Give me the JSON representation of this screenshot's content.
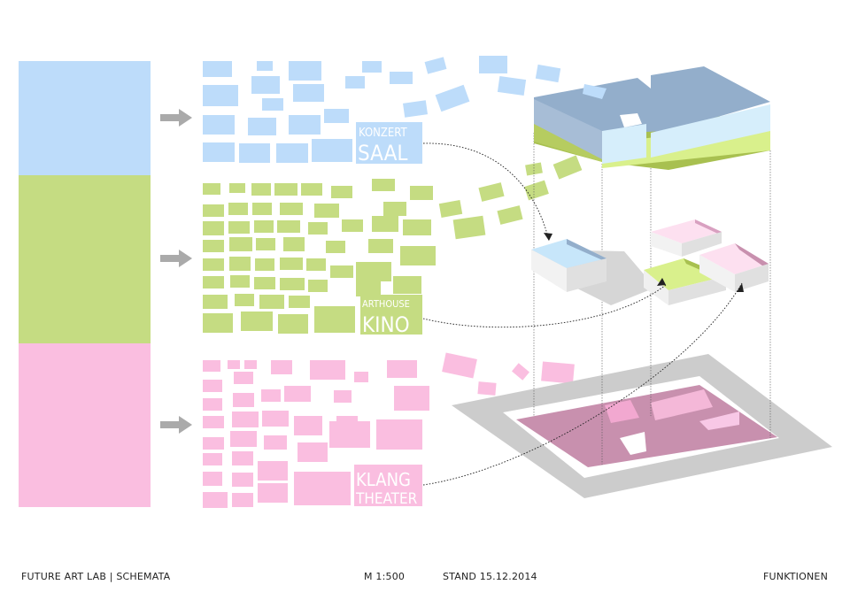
{
  "footer": {
    "left": "FUTURE ART LAB  |  SCHEMATA",
    "scale": "M 1:500",
    "date": "STAND 15.12.2014",
    "right": "FUNKTIONEN"
  },
  "functions": [
    {
      "id": "concert",
      "label_top": "KONZERT",
      "label_main": "SAAL",
      "color": "#bddcfa"
    },
    {
      "id": "cinema",
      "label_top": "ARTHOUSE",
      "label_main": "KINO",
      "color": "#c5dc82"
    },
    {
      "id": "theater",
      "label_top": "KLANG",
      "label_main": "THEATER",
      "color": "#fabee0"
    }
  ],
  "colors": {
    "arrow": "#aaaaaa",
    "model_blue": "#93aecb",
    "model_blue_light": "#d6eefb",
    "model_green": "#a8c050",
    "model_green_light": "#d9f08c",
    "model_pink_dark": "#c890ae",
    "model_grey": "#cccccc"
  }
}
